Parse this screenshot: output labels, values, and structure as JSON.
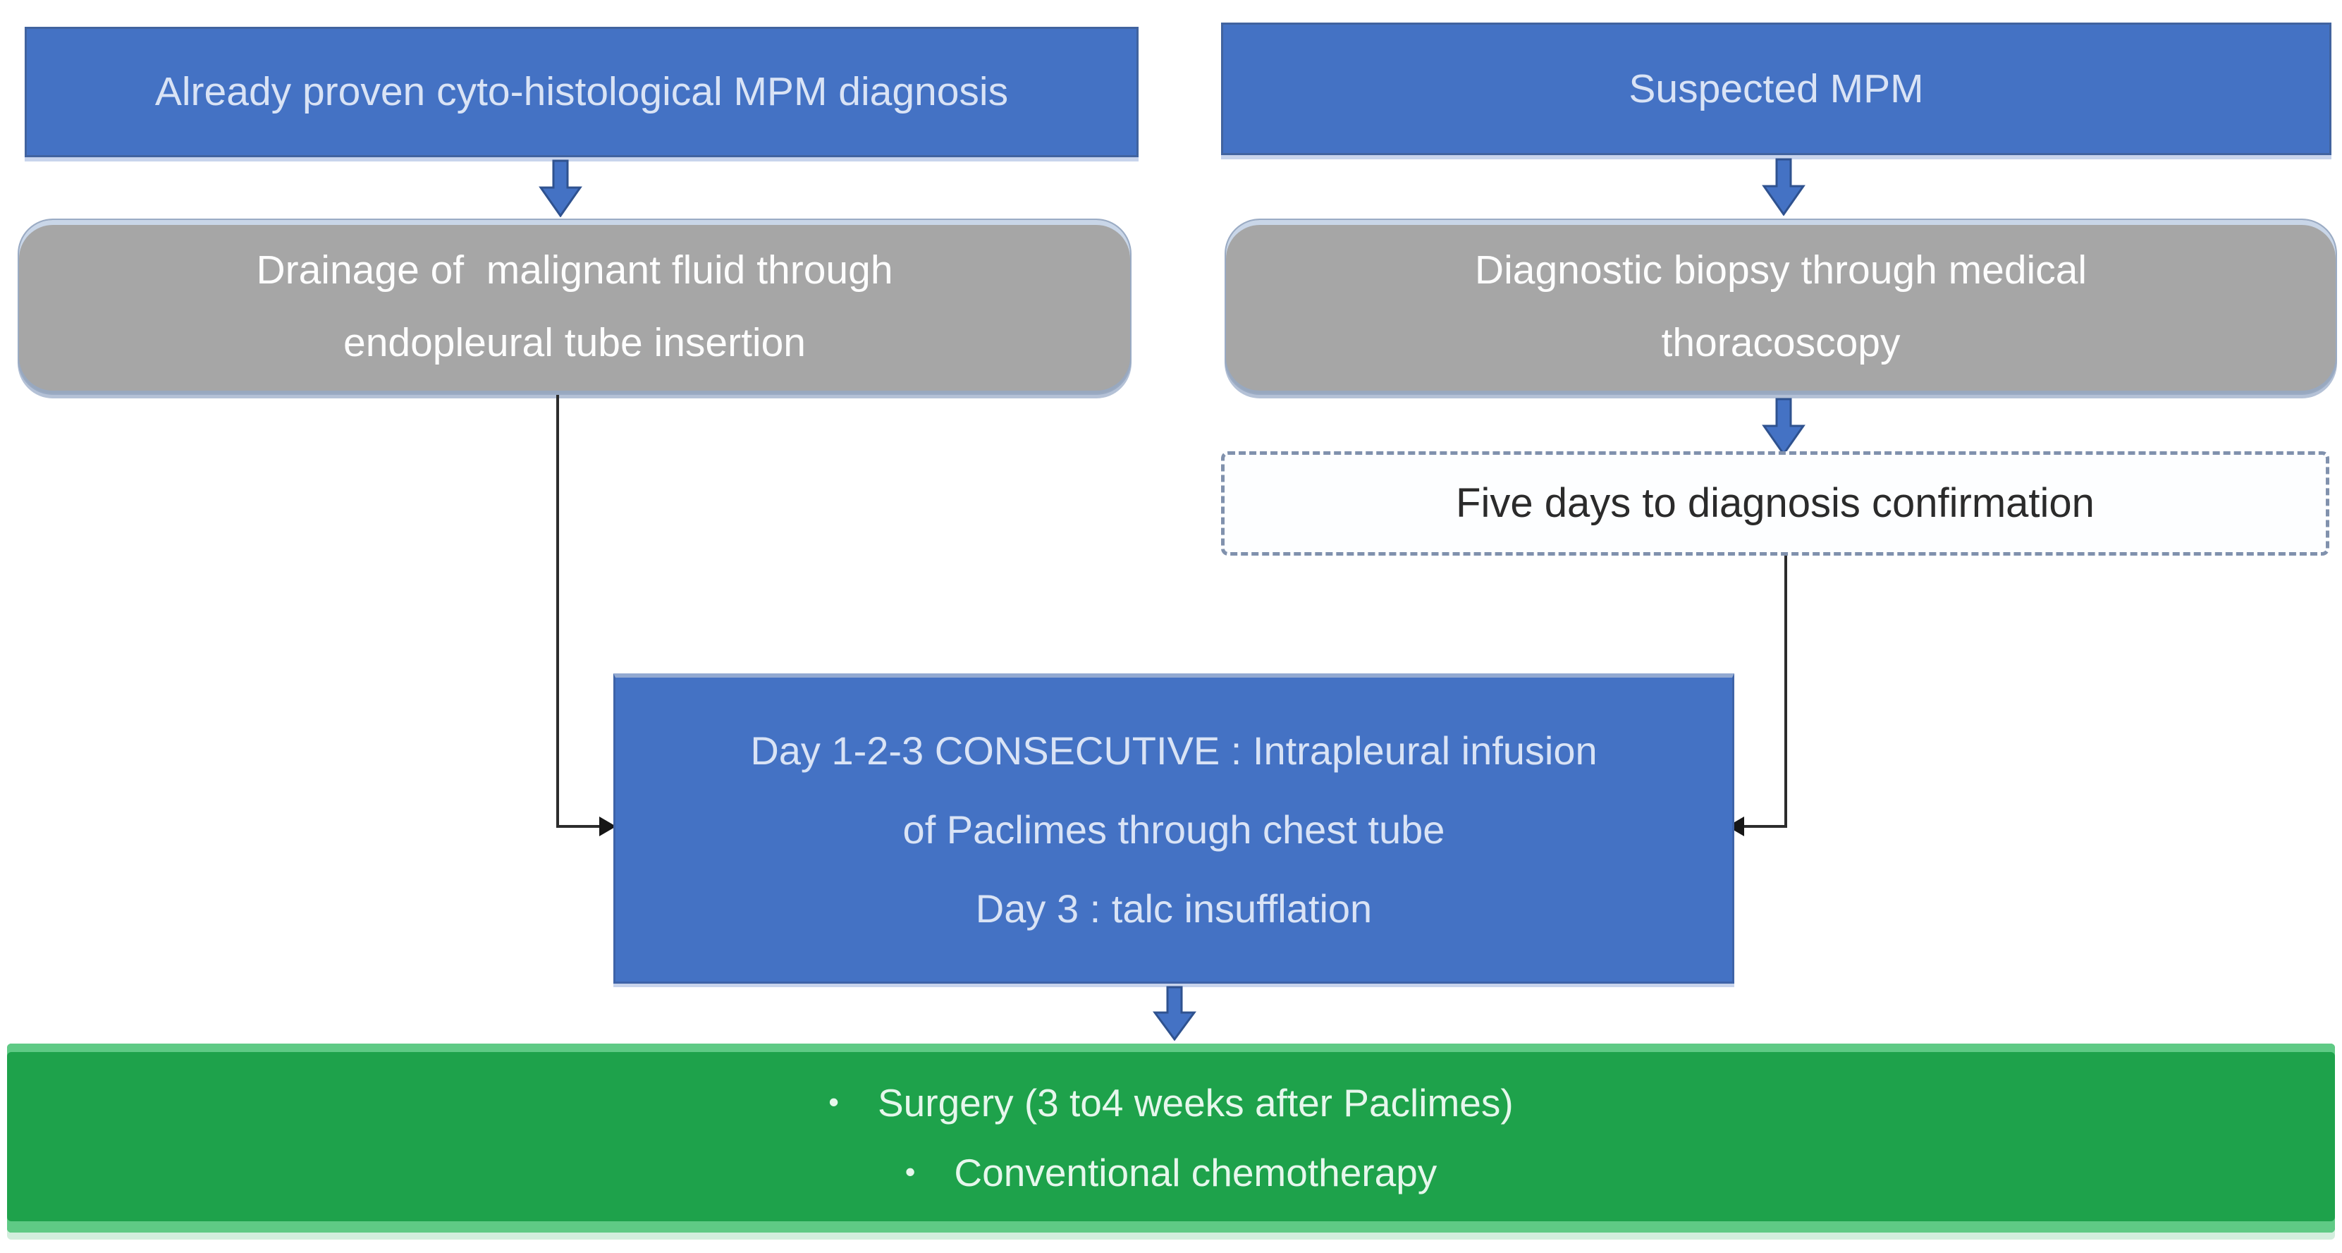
{
  "figure": {
    "type": "flowchart",
    "colors": {
      "node_blue": "#4472c4",
      "node_gray": "#a6a6a6",
      "node_green": "#1ea24b",
      "arrow_blue": "#4472c4",
      "arrow_blue_outline": "#2f528f",
      "connector_black": "#2c2c2c",
      "dashed_border": "#8091ad"
    },
    "icons": {
      "down_arrow": "blue-down-block-arrow",
      "right_arrowhead": "black-right-triangle",
      "left_arrowhead": "black-left-triangle"
    },
    "flow": {
      "left": {
        "proven": "Already proven cyto-histological MPM diagnosis",
        "drainage": "Drainage of  malignant fluid through endopleural tube insertion"
      },
      "right": {
        "suspected": "Suspected MPM",
        "biopsy": "Diagnostic biopsy through medical thoracoscopy",
        "confirmation": "Five days to diagnosis confirmation"
      },
      "treatment": {
        "lines": [
          "Day 1-2-3 CONSECUTIVE : Intrapleural infusion",
          "of Paclimes through chest tube",
          "Day 3 : talc insufflation"
        ]
      },
      "outcome": {
        "bullet_glyph": "•",
        "items": [
          "Surgery (3 to4 weeks after Paclimes)",
          "Conventional chemotherapy"
        ]
      }
    }
  }
}
